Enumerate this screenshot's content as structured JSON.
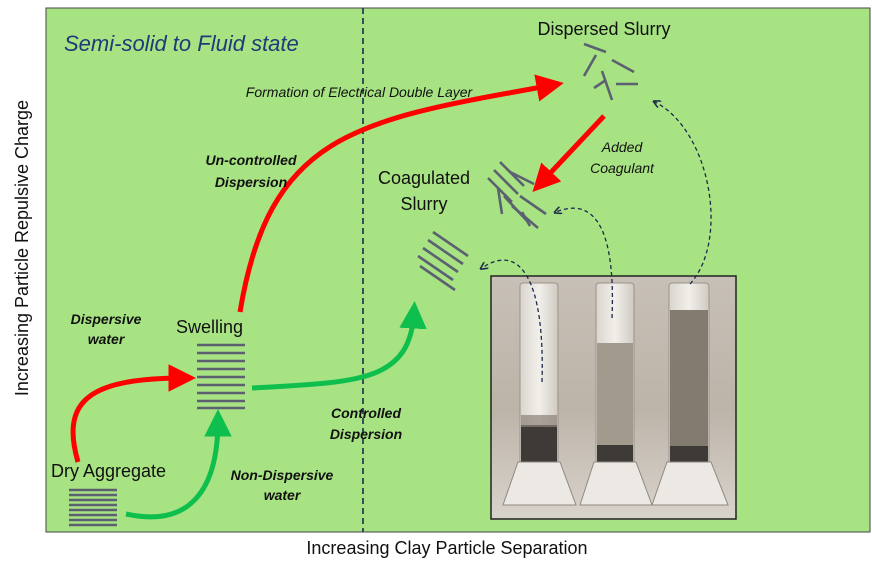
{
  "title": "Semi-solid to Fluid state",
  "axes": {
    "y_label": "Increasing Particle Repulsive Charge",
    "x_label": "Increasing Clay Particle Separation"
  },
  "states": {
    "dry": "Dry Aggregate",
    "swelling": "Swelling",
    "coagulated_line1": "Coagulated",
    "coagulated_line2": "Slurry",
    "dispersed": "Dispersed Slurry"
  },
  "annotations": {
    "dispersive_line1": "Dispersive",
    "dispersive_line2": "water",
    "non_dispersive_line1": "Non-Dispersive",
    "non_dispersive_line2": "water",
    "uncontrolled_line1": "Un-controlled",
    "uncontrolled_line2": "Dispersion",
    "controlled_line1": "Controlled",
    "controlled_line2": "Dispersion",
    "double_layer": "Formation of Electrical Double Layer",
    "coagulant_line1": "Added",
    "coagulant_line2": "Coagulant"
  },
  "colors": {
    "background": "#a8e383",
    "red_arrow": "#ff0000",
    "green_arrow": "#0fbf4e",
    "particle": "#5b6170",
    "title": "#1f3a78",
    "dashed": "#1b2a4a"
  }
}
